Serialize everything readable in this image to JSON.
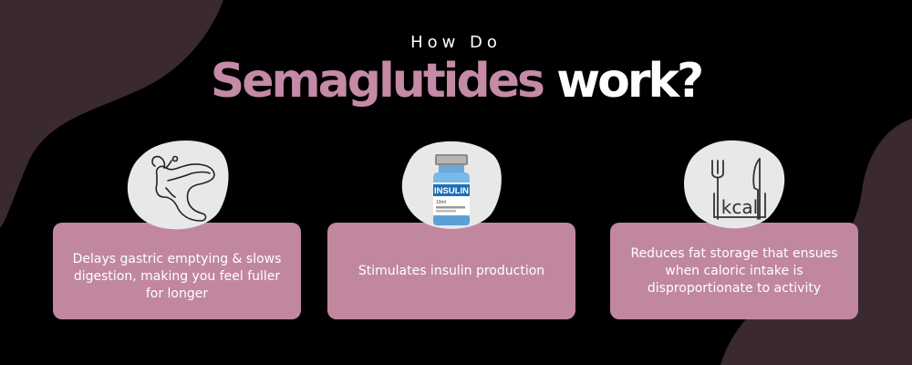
{
  "header": {
    "eyebrow": "How Do",
    "headline_highlight": "Semaglutides",
    "headline_rest": "work?"
  },
  "cards": [
    {
      "icon": "pancreas-icon",
      "text": "Delays gastric emptying & slows digestion, making you feel fuller for longer"
    },
    {
      "icon": "insulin-vial-icon",
      "text": "Stimulates insulin production",
      "vial_label": "INSULIN",
      "vial_volume": "10ml"
    },
    {
      "icon": "kcal-icon",
      "text": "Reduces fat storage that ensues when caloric intake is disproportionate to activity",
      "kcal_label": "kcal"
    }
  ],
  "colors": {
    "background": "#000000",
    "accent_pink": "#c48aa6",
    "card": "#c0879f",
    "icon_blob": "#e8e8e8",
    "corner_shape": "#3a2a30"
  }
}
